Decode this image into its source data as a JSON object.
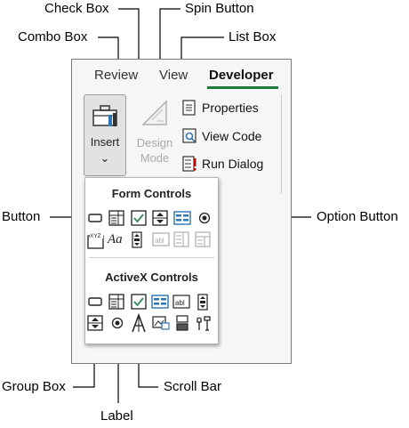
{
  "callouts": {
    "check_box": "Check Box",
    "spin_button": "Spin Button",
    "combo_box": "Combo Box",
    "list_box": "List Box",
    "button": "Button",
    "option_button": "Option Button",
    "group_box": "Group Box",
    "scroll_bar": "Scroll Bar",
    "label": "Label"
  },
  "ribbon": {
    "tabs": [
      "Review",
      "View",
      "Developer"
    ],
    "active_tab": "Developer",
    "insert": {
      "label": "Insert",
      "chevron": "⌄"
    },
    "design_mode": {
      "line1": "Design",
      "line2": "Mode"
    },
    "commands": [
      "Properties",
      "View Code",
      "Run Dialog"
    ]
  },
  "dropdown": {
    "form_controls_title": "Form Controls",
    "activex_controls_title": "ActiveX Controls",
    "xyz_text": "XYZ",
    "aa_text": "Aa",
    "abl_text": "abl"
  },
  "colors": {
    "accent_green": "#1f7a3d",
    "icon_blue": "#2e75b6",
    "icon_green": "#2e8b57",
    "icon_red": "#c00000"
  }
}
